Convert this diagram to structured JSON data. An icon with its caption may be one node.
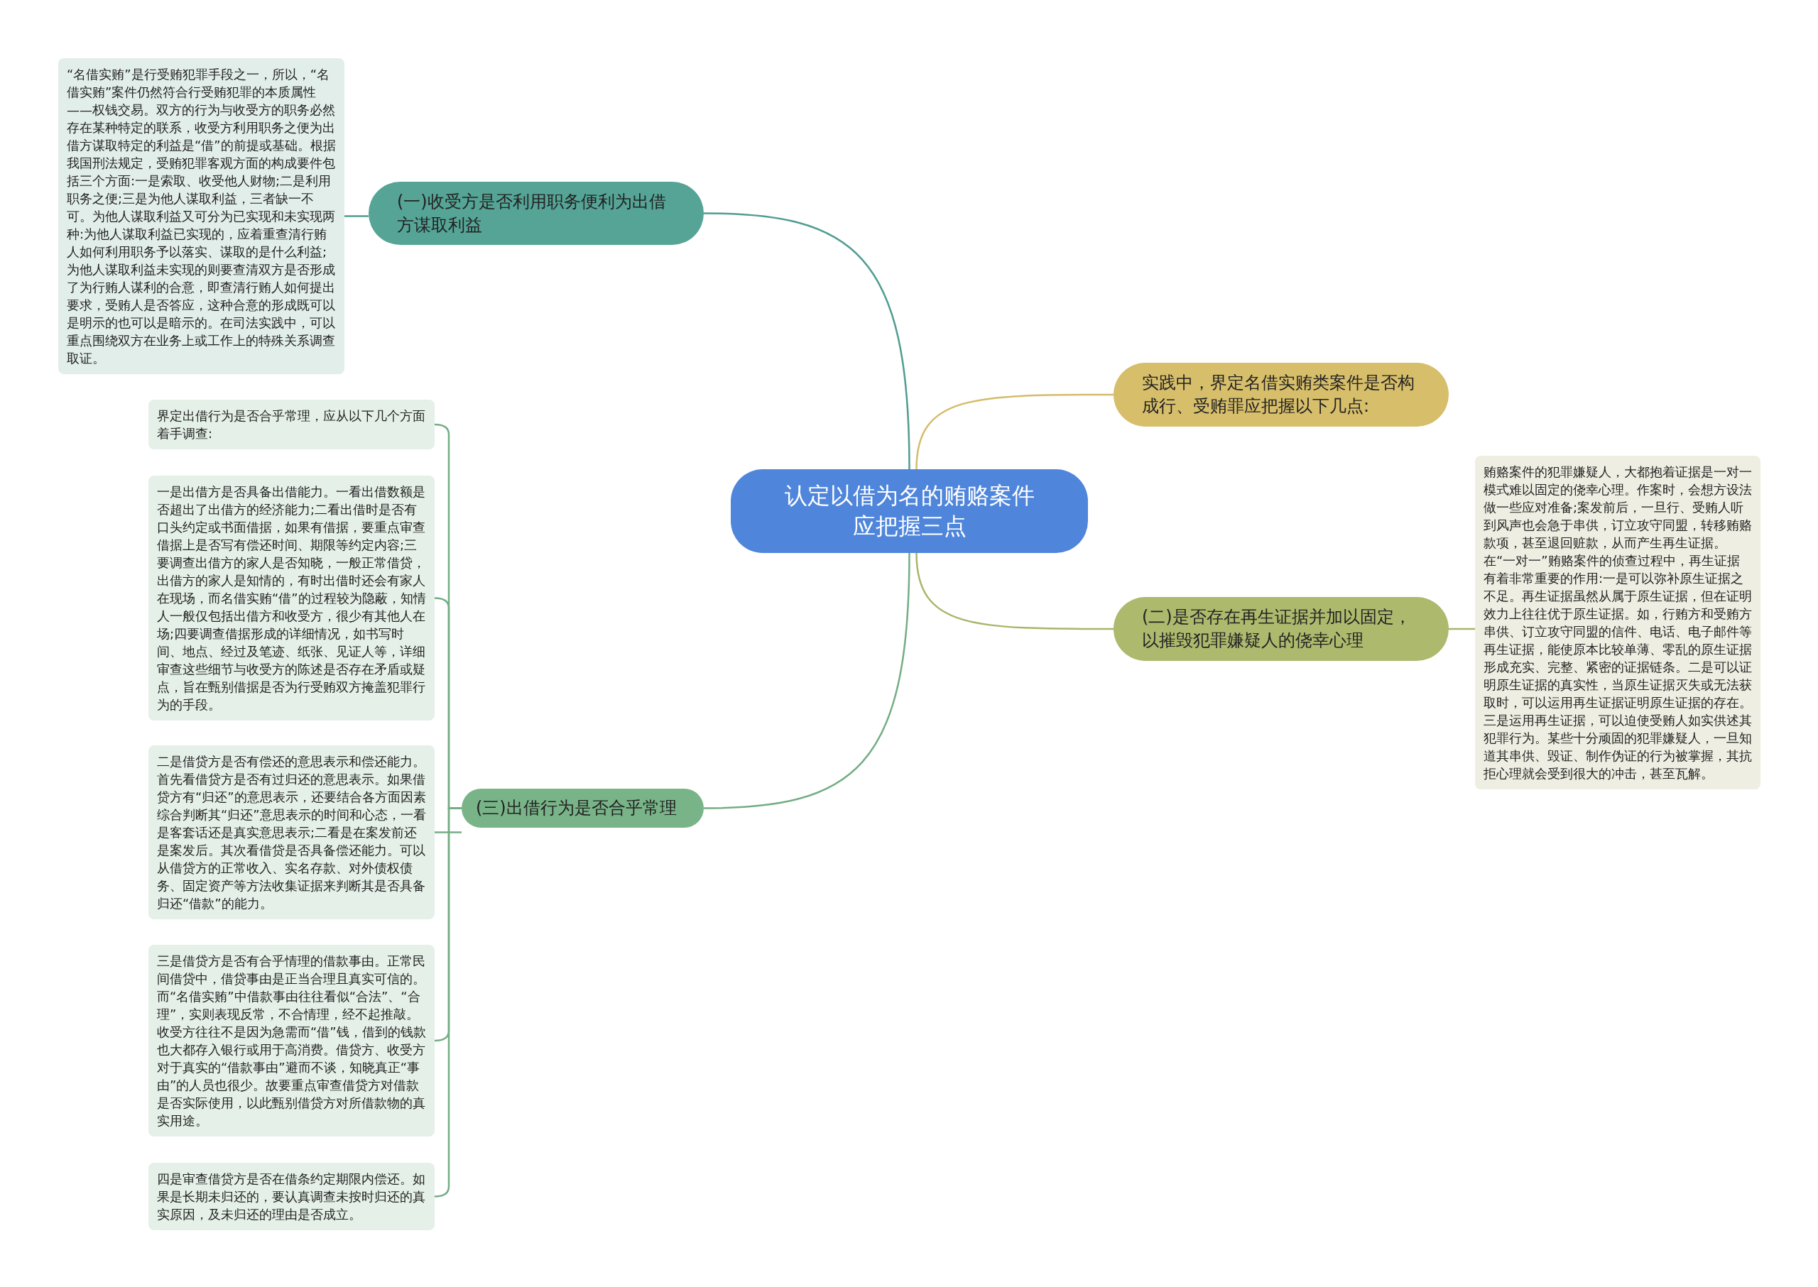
{
  "diagram": {
    "nodes": [
      {
        "text": [
          "认定以借为名的贿赂案件应把握三点"
        ]
      },
      {
        "text": [
          "(一)收受方是否利用职务便利为出借方谋取利益"
        ]
      },
      {
        "text": [
          "“名借实贿”是行受贿犯罪手段之一，所以，“名借实贿”案件仍然符合行受贿犯罪的本质属性——权钱交易。双方的行为与收受方的职务必然存在某种特定的联系，收受方利用职务之便为出借方谋取特定的利益是“借”的前提或基础。根据我国刑法规定，受贿犯罪客观方面的构成要件包括三个方面:一是索取、收受他人财物;二是利用职务之便;三是为他人谋取利益，三者缺一不可。为他人谋取利益又可分为已实现和未实现两种:为他人谋取利益已实现的，应着重查清行贿人如何利用职务予以落实、谋取的是什么利益;为他人谋取利益未实现的则要查清双方是否形成了为行贿人谋利的合意，即查清行贿人如何提出要求，受贿人是否答应，这种合意的形成既可以是明示的也可以是暗示的。在司法实践中，可以重点围绕双方在业务上或工作上的特殊关系调查取证。"
        ]
      },
      {
        "text": [
          "实践中，界定名借实贿类案件是否构成行、受贿罪应把握以下几点:"
        ]
      },
      {
        "text": [
          "(二)是否存在再生证据并加以固定，以摧毁犯罪嫌疑人的侥幸心理"
        ]
      },
      {
        "text": [
          "贿赂案件的犯罪嫌疑人，大都抱着证据是一对一模式难以固定的侥幸心理。作案时，会想方设法做一些应对准备;案发前后，一旦行、受贿人听到风声也会急于串供，订立攻守同盟，转移贿赂款项，甚至退回赃款，从而产生再生证据。在“一对一”贿赂案件的侦查过程中，再生证据有着非常重要的作用:一是可以弥补原生证据之不足。再生证据虽然从属于原生证据，但在证明效力上往往优于原生证据。如，行贿方和受贿方串供、订立攻守同盟的信件、电话、电子邮件等再生证据，能使原本比较单薄、零乱的原生证据形成充实、完整、紧密的证据链条。二是可以证明原生证据的真实性，当原生证据灭失或无法获取时，可以运用再生证据证明原生证据的存在。三是运用再生证据，可以迫使受贿人如实供述其犯罪行为。某些十分顽固的犯罪嫌疑人，一旦知道其串供、毁证、制作伪证的行为被掌握，其抗拒心理就会受到很大的冲击，甚至瓦解。"
        ]
      },
      {
        "text": [
          "(三)出借行为是否合乎常理"
        ]
      },
      {
        "text": [
          "界定出借行为是否合乎常理，应从以下几个方面着手调查:"
        ]
      },
      {
        "text": [
          "一是出借方是否具备出借能力。一看出借数额是否超出了出借方的经济能力;二看出借时是否有口头约定或书面借据，如果有借据，要重点审查借据上是否写有偿还时间、期限等约定内容;三要调查出借方的家人是否知晓，一般正常借贷，出借方的家人是知情的，有时出借时还会有家人在现场，而名借实贿“借”的过程较为隐蔽，知情人一般仅包括出借方和收受方，很少有其他人在场;四要调查借据形成的详细情况，如书写时间、地点、经过及笔迹、纸张、见证人等，详细审查这些细节与收受方的陈述是否存在矛盾或疑点，旨在甄别借据是否为行受贿双方掩盖犯罪行为的手段。"
        ]
      },
      {
        "text": [
          "二是借贷方是否有偿还的意思表示和偿还能力。首先看借贷方是否有过归还的意思表示。如果借贷方有“归还”的意思表示，还要结合各方面因素综合判断其“归还”意思表示的时间和心态，一看是客套话还是真实意思表示;二看是在案发前还是案发后。其次看借贷是否具备偿还能力。可以从借贷方的正常收入、实名存款、对外债权债务、固定资产等方法收集证据来判断其是否具备归还“借款”的能力。"
        ]
      },
      {
        "text": [
          "三是借贷方是否有合乎情理的借款事由。正常民间借贷中，借贷事由是正当合理且真实可信的。而“名借实贿”中借款事由往往看似“合法”、“合理”，实则表现反常，不合情理，经不起推敲。收受方往往不是因为急需而“借”钱，借到的钱款也大都存入银行或用于高消费。借贷方、收受方对于真实的“借款事由”避而不谈，知晓真正“事由”的人员也很少。故要重点审查借贷方对借款是否实际使用，以此甄别借贷方对所借款物的真实用途。"
        ]
      },
      {
        "text": [
          "四是审查借贷方是否在借条约定期限内偿还。如果是长期未归还的，要认真调查未按时归还的真实原因，及未归还的理由是否成立。"
        ]
      }
    ],
    "edges": [
      {
        "from": 0,
        "to": 1,
        "arrow": "none",
        "color": "#4f9d90"
      },
      {
        "from": 1,
        "to": 2,
        "arrow": "none",
        "color": "#4f9d90"
      },
      {
        "from": 0,
        "to": 3,
        "arrow": "none",
        "color": "#d4bc6a"
      },
      {
        "from": 0,
        "to": 4,
        "arrow": "none",
        "color": "#a9b569"
      },
      {
        "from": 4,
        "to": 5,
        "arrow": "none",
        "color": "#a9b569"
      },
      {
        "from": 0,
        "to": 6,
        "arrow": "none",
        "color": "#74ad84"
      },
      {
        "from": 6,
        "to": 7,
        "arrow": "none",
        "color": "#74ad84"
      },
      {
        "from": 6,
        "to": 8,
        "arrow": "none",
        "color": "#74ad84"
      },
      {
        "from": 6,
        "to": 9,
        "arrow": "none",
        "color": "#74ad84"
      },
      {
        "from": 6,
        "to": 10,
        "arrow": "none",
        "color": "#74ad84"
      },
      {
        "from": 6,
        "to": 11,
        "arrow": "none",
        "color": "#74ad84"
      }
    ]
  }
}
